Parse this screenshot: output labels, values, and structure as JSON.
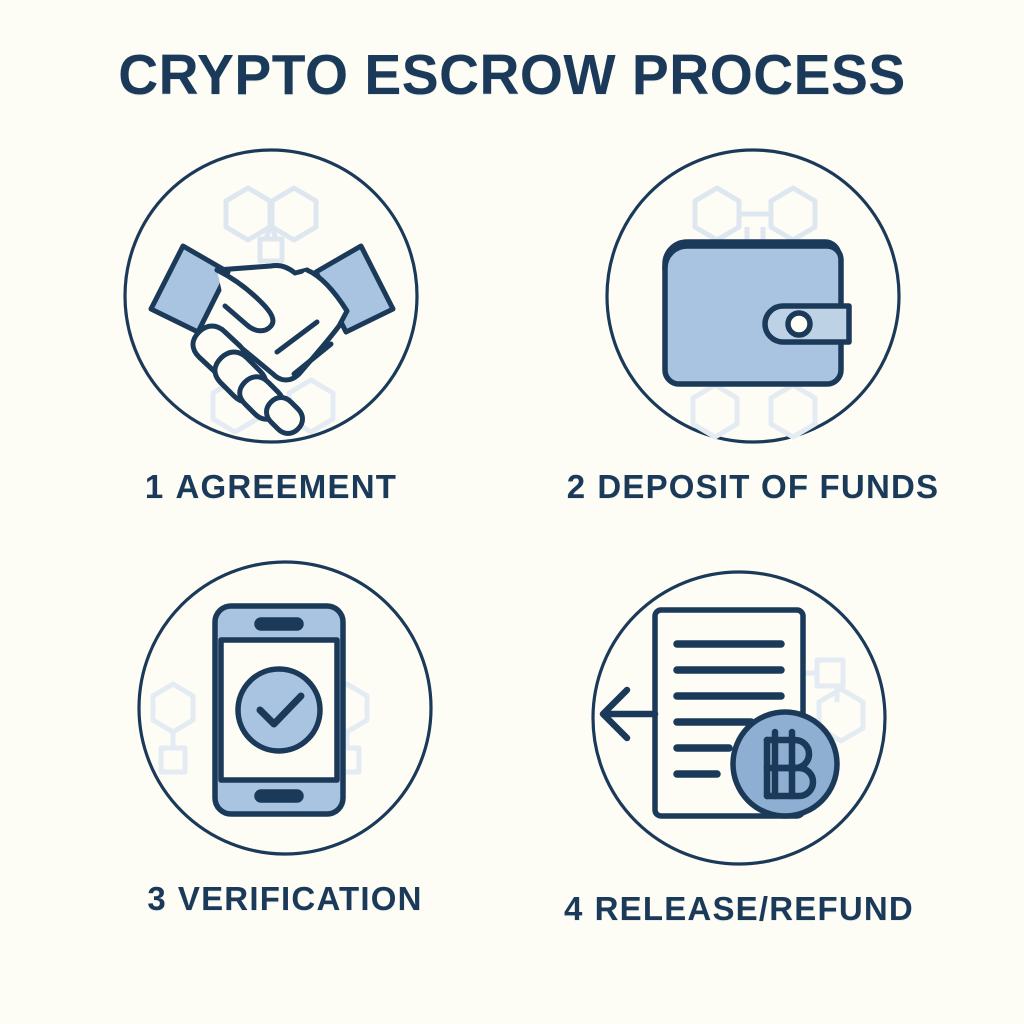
{
  "poster": {
    "title": "CRYPTO ESCROW PROCESS",
    "background_color": "#fdfdf6",
    "ink_color": "#1b3a59",
    "fill_blue": "#a9c4e0",
    "pale_blue": "#dee7f0",
    "coin_blue": "#8fafd2"
  },
  "steps": [
    {
      "number": "1",
      "label": "AGREEMENT",
      "icon": "handshake-icon",
      "decoration": "hexagon-network"
    },
    {
      "number": "2",
      "label": "DEPOSIT OF FUNDS",
      "icon": "wallet-icon",
      "decoration": "hexagon-network"
    },
    {
      "number": "3",
      "label": "VERIFICATION",
      "icon": "smartphone-check-icon",
      "decoration": "hexagon-network"
    },
    {
      "number": "4",
      "label": "RELEASE/REFUND",
      "icon": "document-bitcoin-arrow-icon",
      "decoration": "hexagon-network"
    }
  ]
}
